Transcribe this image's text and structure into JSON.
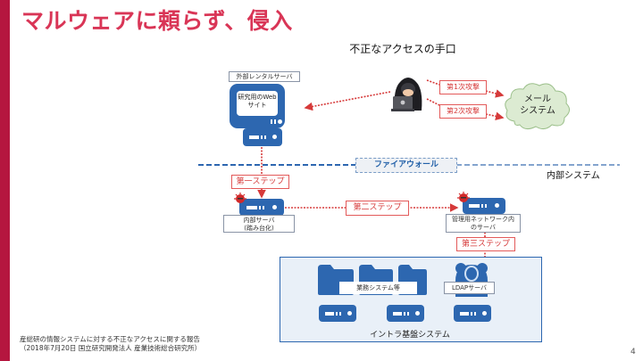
{
  "slide": {
    "title": "マルウェアに頼らず、侵入",
    "page_number": "4",
    "accent_color": "#b5163f",
    "title_color": "#d93556",
    "primary_blue": "#2d67b0",
    "attack_red": "#d63a3a"
  },
  "diagram": {
    "caption": "不正なアクセスの手口",
    "external_server": {
      "label": "外部レンタルサーバ",
      "screen_text_line1": "研究用のWeb",
      "screen_text_line2": "サイト"
    },
    "attacker": {
      "icon": "hooded-hacker-icon"
    },
    "attacks": [
      {
        "label": "第1次攻撃"
      },
      {
        "label": "第2次攻撃"
      }
    ],
    "mail_system": {
      "line1": "メール",
      "line2": "システム"
    },
    "firewall": {
      "label": "ファイアウォール"
    },
    "internal_system_label": "内部システム",
    "steps": [
      {
        "label": "第一ステップ"
      },
      {
        "label": "第二ステップ"
      },
      {
        "label": "第三ステップ"
      }
    ],
    "internal_server": {
      "line1": "内部サーバ",
      "line2": "(踏み台化)"
    },
    "mgmt_server": {
      "line1": "管理用ネットワーク内",
      "line2": "のサーバ"
    },
    "intranet": {
      "label": "イントラ基盤システム",
      "business_systems": "業務システム等",
      "ldap_server": "LDAPサーバ"
    }
  },
  "footer": {
    "line1": "産総研の情報システムに対する不正なアクセスに関する報告",
    "line2": "（2018年7月20日 国立研究開発法人 産業技術総合研究所）"
  }
}
